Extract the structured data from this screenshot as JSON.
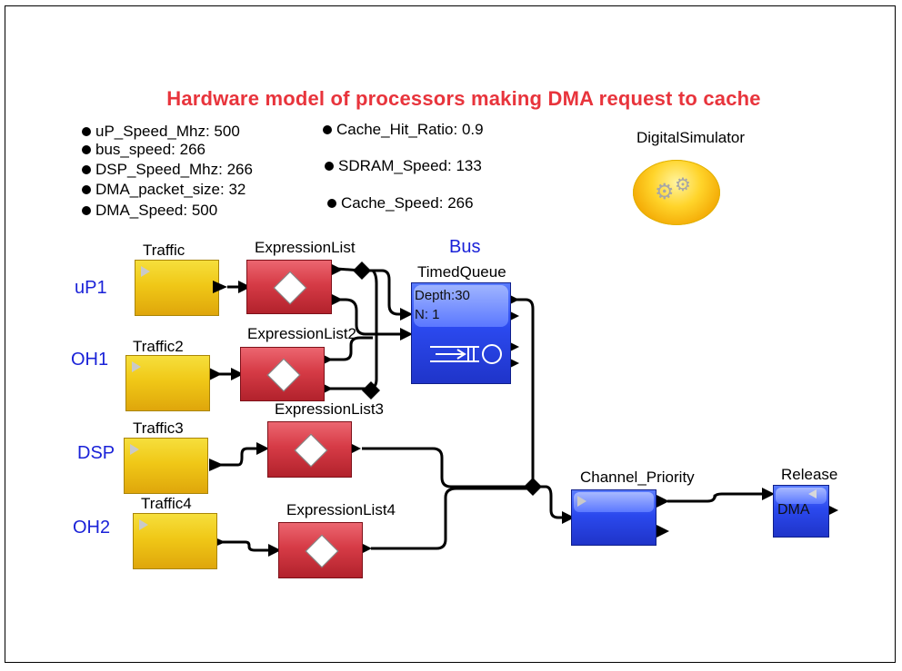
{
  "title": "Hardware model of processors making DMA request to cache",
  "params_left": [
    "uP_Speed_Mhz: 500",
    "bus_speed: 266",
    "DSP_Speed_Mhz: 266",
    "DMA_packet_size: 32",
    "DMA_Speed: 500"
  ],
  "params_right": [
    "Cache_Hit_Ratio: 0.9",
    "SDRAM_Speed: 133",
    "Cache_Speed: 266"
  ],
  "simulator": {
    "label": "DigitalSimulator",
    "icon": "gears-icon"
  },
  "sources": [
    {
      "side": "uP1",
      "label": "Traffic"
    },
    {
      "side": "OH1",
      "label": "Traffic2"
    },
    {
      "side": "DSP",
      "label": "Traffic3"
    },
    {
      "side": "OH2",
      "label": "Traffic4"
    }
  ],
  "expressions": [
    "ExpressionList",
    "ExpressionList2",
    "ExpressionList3",
    "ExpressionList4"
  ],
  "bus": {
    "label": "Bus",
    "block_label": "TimedQueue",
    "depth": "Depth:30",
    "n": "N: 1",
    "icon": "queue-icon"
  },
  "channel": {
    "label": "Channel_Priority"
  },
  "release": {
    "label": "Release",
    "text": "DMA"
  },
  "colors": {
    "title": "#e8343c",
    "side_label": "#1a22d8",
    "traffic": "#f0c817",
    "expression": "#d63b46",
    "queue": "#2b49ee"
  }
}
